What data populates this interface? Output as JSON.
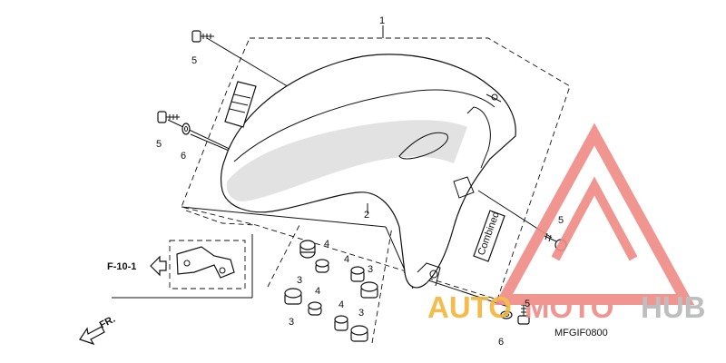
{
  "callouts": {
    "c1": "1",
    "c2": "2",
    "c3a": "3",
    "c3b": "3",
    "c3c": "3",
    "c3d": "3",
    "c4a": "4",
    "c4b": "4",
    "c4c": "4",
    "c4d": "4",
    "c5a": "5",
    "c5b": "5",
    "c5c": "5",
    "c5d": "5",
    "c6a": "6",
    "c6b": "6"
  },
  "reference": "F-10-1",
  "direction": "FR.",
  "diagram_code": "MFGIF0800",
  "sticker_text": "Combined",
  "watermark": {
    "part1": "AUTO",
    "part2": "MOTO",
    "part3": "HUB",
    "colors": {
      "auto": "#f3b53a",
      "moto": "#f08a84",
      "hub": "#b8b8b8",
      "triangle": "#f08a84"
    }
  }
}
